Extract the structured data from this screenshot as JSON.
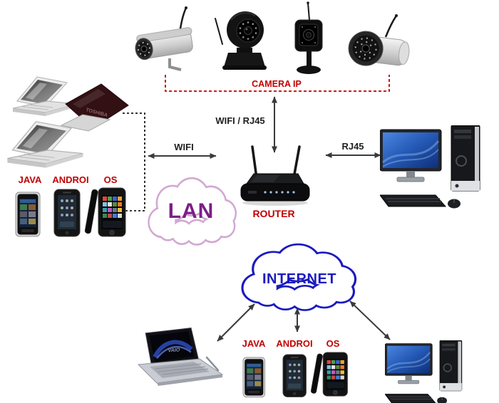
{
  "colors": {
    "label_red": "#c00000",
    "arrow": "#3a3a3a",
    "bracket_black": "#1a1a1a",
    "lan_outline": "#d2a8d2",
    "lan_text": "#7b1f86",
    "internet_blue": "#1a1abe",
    "link_label": "#1f1f1f"
  },
  "labels": {
    "camera_group": "CAMERA IP",
    "camera_link": "WIFI / RJ45",
    "wifi_link": "WIFI",
    "rj45_link": "RJ45",
    "router": "ROUTER",
    "lan": "LAN",
    "internet": "INTERNET"
  },
  "lan_phones": [
    "JAVA",
    "ANDROI",
    "OS"
  ],
  "internet_phones": [
    "JAVA",
    "ANDROI",
    "OS"
  ],
  "brands": {
    "toshiba": "TOSHIBA",
    "vaio": "VAIO"
  }
}
